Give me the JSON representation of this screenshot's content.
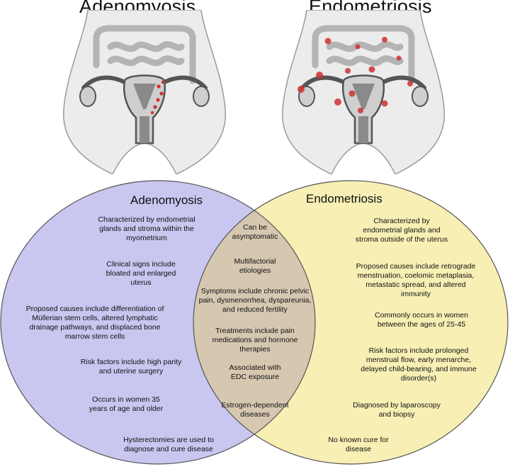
{
  "illustration_titles": {
    "left": "Adenomyosis",
    "right": "Endometriosis"
  },
  "venn": {
    "left_title": "Adenomyosis",
    "right_title": "Endometriosis",
    "colors": {
      "left": "#c9c6f0",
      "right": "#f7efb4",
      "overlap": "#d6c7b0",
      "outline": "#555555",
      "lesion": "#d0302f"
    },
    "left_items": [
      "Characterized by endometrial\nglands and stroma within the\nmyometrium",
      "Clinical signs include\nbloated and enlarged\nuterus",
      "Proposed causes include differentiation of\nMüllerian stem cells, altered lymphatic\ndrainage pathways, and displaced bone\nmarrow stem cells",
      "Risk factors include high parity\nand uterine surgery",
      "Occurs in women 35\nyears of age and older",
      "Hysterectomies are used to\ndiagnose and cure disease"
    ],
    "shared_items": [
      "Can be\nasymptomatic",
      "Multifactorial\netiologies",
      "Symptoms include chronic pelvic\npain, dysmenorrhea, dyspareunia,\nand reduced fertility",
      "Treatments include pain\nmedications and hormone\ntherapies",
      "Associated with\nEDC exposure",
      "Estrogen-dependent\ndiseases"
    ],
    "right_items": [
      "Characterized by\nendometrial glands and\nstroma outside of the uterus",
      "Proposed causes include retrograde\nmenstruation, coelomic metaplasia,\nmetastatic spread, and altered\nimmunity",
      "Commonly occurs in women\nbetween the ages of 25-45",
      "Risk factors include prolonged\nmenstrual flow, early menarche,\ndelayed child-bearing, and immune\ndisorder(s)",
      "Diagnosed by laparoscopy\nand biopsy",
      "No known cure for\ndisease"
    ]
  }
}
